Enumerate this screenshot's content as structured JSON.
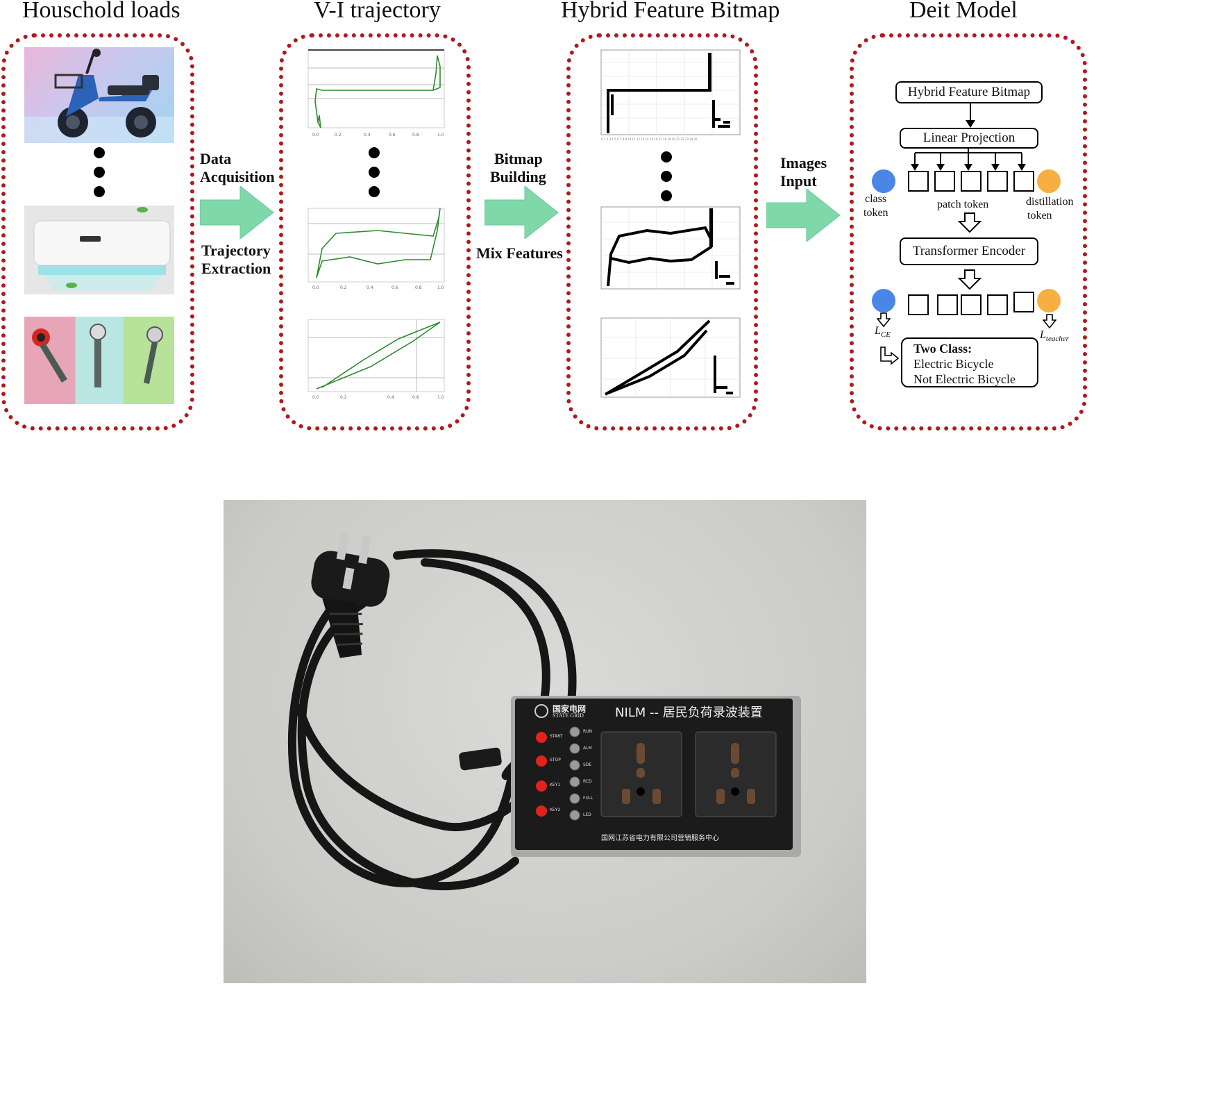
{
  "titles": {
    "loads": "Houschold loads",
    "vi": "V-I trajectory",
    "bitmap": "Hybrid Feature Bitmap",
    "deit": "Deit Model"
  },
  "arrows": {
    "a1_top": [
      "Data",
      "Acquisition"
    ],
    "a1_bottom": [
      "Trajectory",
      "Extraction"
    ],
    "a2_top": [
      "Bitmap",
      "Building"
    ],
    "a2_bottom": "Mix Features",
    "a3_top": [
      "Images",
      "Input"
    ]
  },
  "deit": {
    "input_box": "Hybrid Feature Bitmap",
    "linear": "Linear Projection",
    "class_token": [
      "class",
      "token"
    ],
    "patch_token": "patch token",
    "distill_token": [
      "distillation",
      "token"
    ],
    "encoder": "Transformer Encoder",
    "loss_ce": "L",
    "loss_ce_sub": "CE",
    "loss_teacher": "L",
    "loss_teacher_sub": "teacher",
    "class_title": "Two Class:",
    "class_1": "Electric Bicycle",
    "class_2": "Not Electric Bicycle"
  },
  "device": {
    "brand_cn": "国家电网",
    "brand_en": "STATE GRID",
    "device_title": "NILM -- 居民负荷录波装置",
    "footer": "国网江苏省电力有限公司营销服务中心",
    "buttons": [
      "START",
      "STOP",
      "KEY1",
      "KEY2"
    ],
    "leds": [
      "RUN",
      "ALM",
      "SDE",
      "RCD",
      "FULL",
      "LED"
    ]
  },
  "colors": {
    "panel_border": "#b0191c",
    "arrow": "#7fd8a9",
    "trajectory": "#2e8b2e",
    "class_token": "#4a86e8",
    "distill_token": "#f6b042"
  }
}
